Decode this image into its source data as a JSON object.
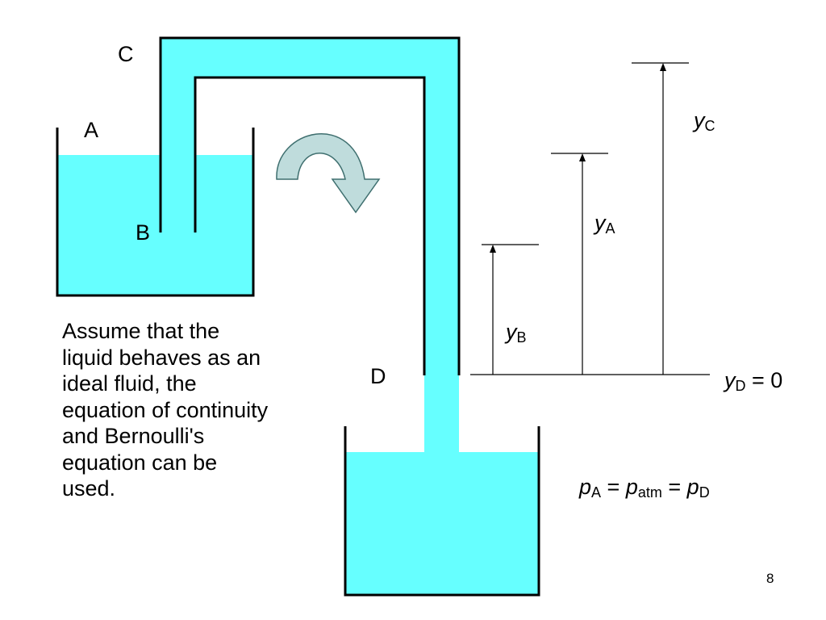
{
  "colors": {
    "liquid": "#66FFFF",
    "arrow_fill": "#BFDCDC",
    "arrow_stroke": "#3F6F6F",
    "line": "#000000"
  },
  "points": {
    "A": "A",
    "B": "B",
    "C": "C",
    "D": "D"
  },
  "heights": {
    "yC": {
      "symbol": "y",
      "subscript": "C"
    },
    "yA": {
      "symbol": "y",
      "subscript": "A"
    },
    "yB": {
      "symbol": "y",
      "subscript": "B"
    },
    "yD": {
      "symbol": "y",
      "subscript": "D",
      "suffix": " = 0"
    }
  },
  "pressure_equation": {
    "p1": "p",
    "sub1": "A",
    "eq1": " = ",
    "p2": "p",
    "sub2": "atm",
    "eq2": " = ",
    "p3": "p",
    "sub3": "D"
  },
  "body_text": "Assume that the\nliquid behaves as an\nideal fluid, the\nequation of continuity\nand Bernoulli's\nequation can be\nused.",
  "page_number": "8",
  "icons": {
    "flow_arrow": "curved-arrow-clockwise-icon"
  }
}
